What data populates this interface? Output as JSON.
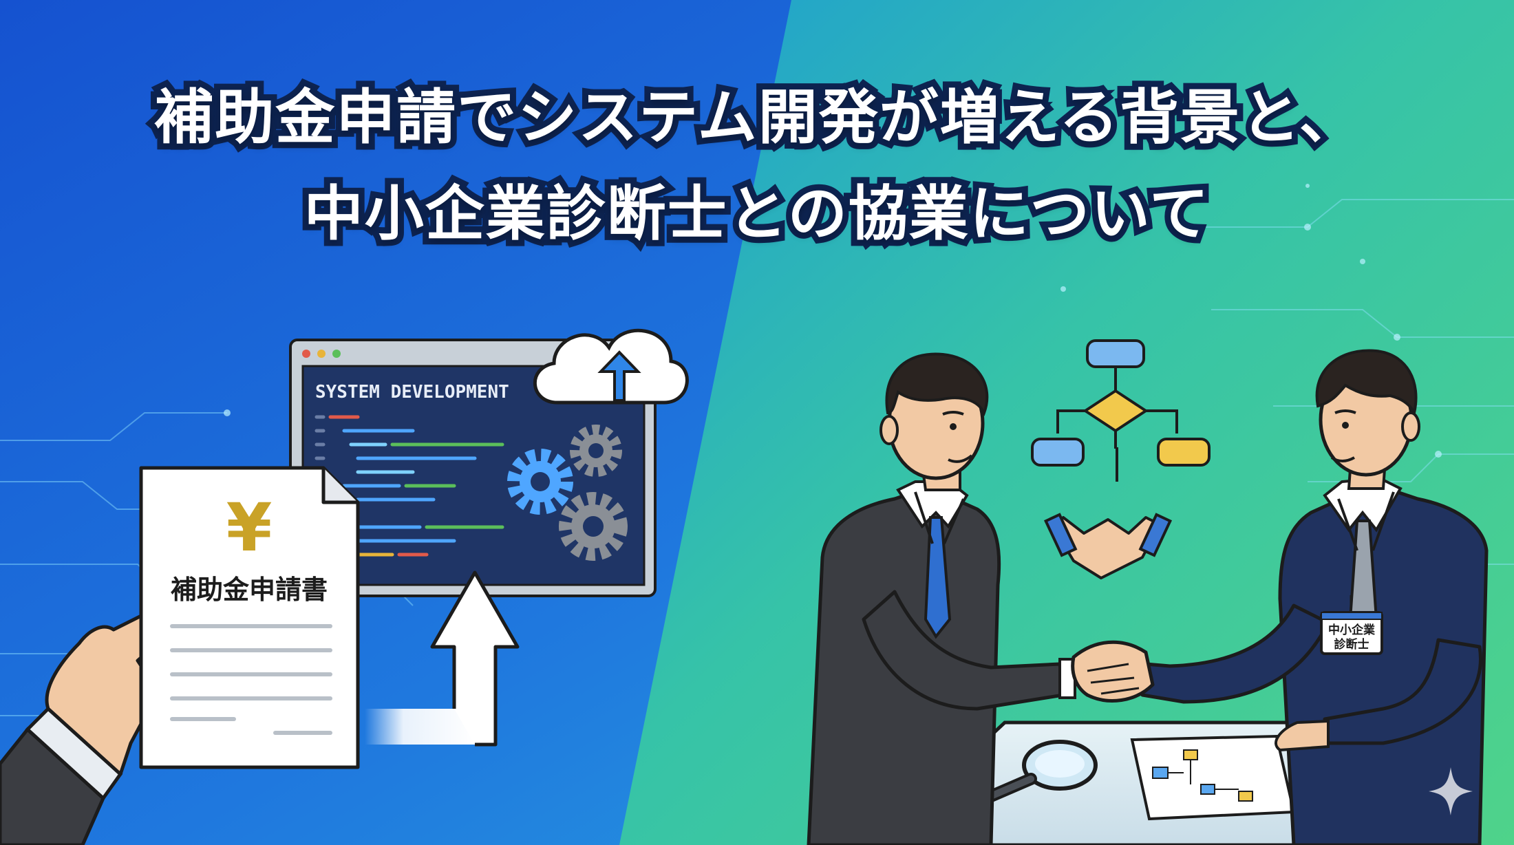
{
  "title": {
    "line1": "補助金申請でシステム開発が増える背景と、",
    "line2": "中小企業診断士との協業について"
  },
  "left_scene": {
    "document_currency_symbol": "¥",
    "document_title": "補助金申請書",
    "window_title": "SYSTEM DEVELOPMENT"
  },
  "right_scene": {
    "badge_line1": "中小企業",
    "badge_line2": "診断士"
  },
  "colors": {
    "bg_left": "#1a5fd6",
    "bg_right": "#3cc79a",
    "title_outline": "#0d2350",
    "suit_left": "#3b3d42",
    "suit_right": "#20325f",
    "yen": "#c9a227"
  },
  "icons": [
    "gear-icon",
    "cloud-upload-icon",
    "handshake-icon",
    "flowchart-icon",
    "magnifier-icon",
    "sparkle-icon"
  ]
}
